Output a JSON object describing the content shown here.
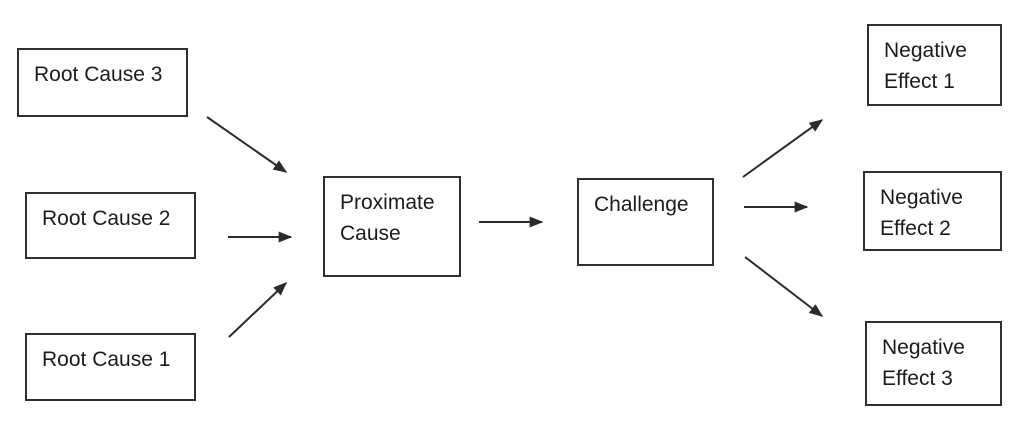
{
  "diagram": {
    "type": "flow-diagram",
    "description": "Challenge model: root causes lead to a proximate cause, which leads to a challenge, which produces negative effects",
    "nodes": {
      "root_cause_3": {
        "label": "Root Cause 3"
      },
      "root_cause_2": {
        "label": "Root Cause 2"
      },
      "root_cause_1": {
        "label": "Root Cause 1"
      },
      "proximate_cause": {
        "label": "Proximate Cause"
      },
      "challenge": {
        "label": "Challenge"
      },
      "negative_effect_1": {
        "label": "Negative Effect 1"
      },
      "negative_effect_2": {
        "label": "Negative Effect 2"
      },
      "negative_effect_3": {
        "label": "Negative Effect 3"
      }
    },
    "edges": [
      {
        "from": "Root Cause 3",
        "to": "Proximate Cause"
      },
      {
        "from": "Root Cause 2",
        "to": "Proximate Cause"
      },
      {
        "from": "Root Cause 1",
        "to": "Proximate Cause"
      },
      {
        "from": "Proximate Cause",
        "to": "Challenge"
      },
      {
        "from": "Challenge",
        "to": "Negative Effect 1"
      },
      {
        "from": "Challenge",
        "to": "Negative Effect 2"
      },
      {
        "from": "Challenge",
        "to": "Negative Effect 3"
      }
    ],
    "colors": {
      "line": "#2b2b2b",
      "text": "#1c1c1c",
      "box_border": "#2f2f2f",
      "background": "#ffffff"
    }
  }
}
